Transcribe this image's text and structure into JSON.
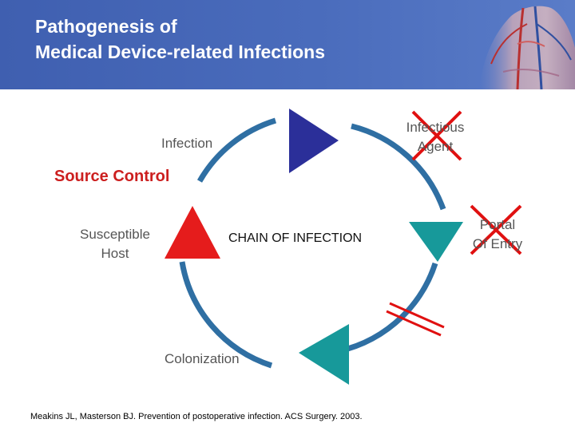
{
  "header": {
    "title_line1": "Pathogenesis of",
    "title_line2": "Medical Device-related Infections"
  },
  "diagram": {
    "center_label": "CHAIN OF INFECTION",
    "source_control_label": "Source Control",
    "nodes": {
      "infectious_agent": {
        "line1": "Infectious",
        "line2": "Agent",
        "color": "#2b2f99",
        "crossed": true
      },
      "portal_of_entry": {
        "line1": "Portal",
        "line2": "Of Entry",
        "color": "#17999a",
        "crossed": true
      },
      "colonization": {
        "label": "Colonization",
        "color": "#17999a"
      },
      "susceptible_host": {
        "line1": "Susceptible",
        "line2": "Host",
        "color": "#e51c1c"
      },
      "infection": {
        "label": "Infection"
      }
    },
    "cycle_color": "#2f6fa3",
    "cross_color": "#e01010"
  },
  "citation": "Meakins JL, Masterson BJ. Prevention of postoperative infection. ACS Surgery. 2003."
}
